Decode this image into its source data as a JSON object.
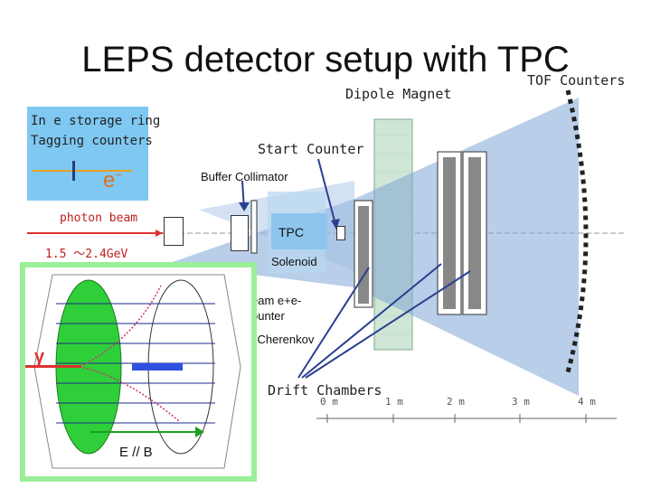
{
  "title": "LEPS detector setup with TPC",
  "labels": {
    "tof_counters": "TOF Counters",
    "dipole_magnet": "Dipole Magnet",
    "storage_ring_line1": "In e storage ring",
    "storage_ring_line2": "Tagging counters",
    "electron_symbol": "e",
    "electron_sup": "−",
    "start_counter": "Start Counter",
    "buffer_collimator": "Buffer Collimator",
    "photon_beam": "photon beam",
    "energy_range": "1.5 ～2.4GeV",
    "tpc": "TPC",
    "solenoid": "Solenoid",
    "beam_counter_line1": "eam e+e-",
    "beam_counter_line2": "ounter",
    "cherenkov": "l Cherenkov",
    "drift_chambers": "Drift Chambers",
    "gamma": "γ",
    "field_label": "E // B"
  },
  "scale_ticks": [
    "0 m",
    "1 m",
    "2 m",
    "3 m",
    "4 m"
  ],
  "colors": {
    "storage_box": "#7ec8f2",
    "tpc_box": "#8ec5ee",
    "magnet": "#cfe6d6",
    "cone": "#7fa6d6",
    "inset_border": "#9bef9b",
    "photon_beam": "#e03030",
    "field_arrow": "#1f9e1f"
  },
  "icons": [
    "placeholder-glyph-icon",
    "gamma-arrow-icon"
  ]
}
